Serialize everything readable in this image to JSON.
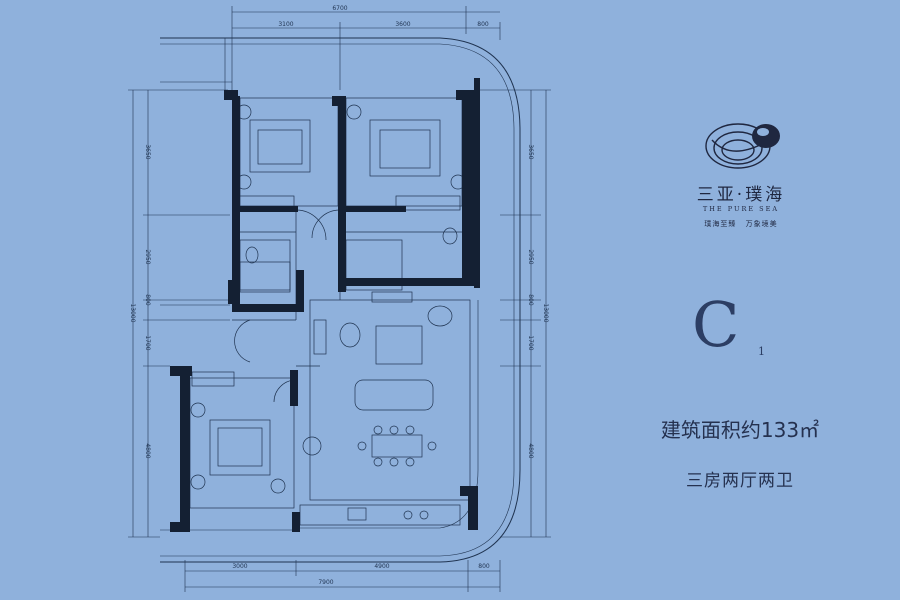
{
  "dimensions": {
    "top_total": "6700",
    "top_segments": [
      "3100",
      "3600",
      "800"
    ],
    "bottom_total": "7900",
    "bottom_segments": [
      "3000",
      "4900",
      "800"
    ],
    "left_total": "13000",
    "left_segments": [
      "3650",
      "2950",
      "800",
      "1700",
      "4800"
    ],
    "right_total": "13000",
    "right_segments": [
      "3650",
      "2950",
      "800",
      "1700",
      "4800"
    ]
  },
  "brand": {
    "name_cn": "三亚·璞海",
    "name_en": "THE PURE SEA",
    "slogan": "璞海至臻 万象境美",
    "logo_icon": "pebbles-logo-icon"
  },
  "unit_type": {
    "letter": "C",
    "sub": "1"
  },
  "area_text": "建筑面积约133㎡",
  "layout_text": "三房两厅两卫",
  "colors": {
    "background": "#8fb1dc",
    "wall": "#142033",
    "line": "#1f3350",
    "text": "#25314f"
  }
}
